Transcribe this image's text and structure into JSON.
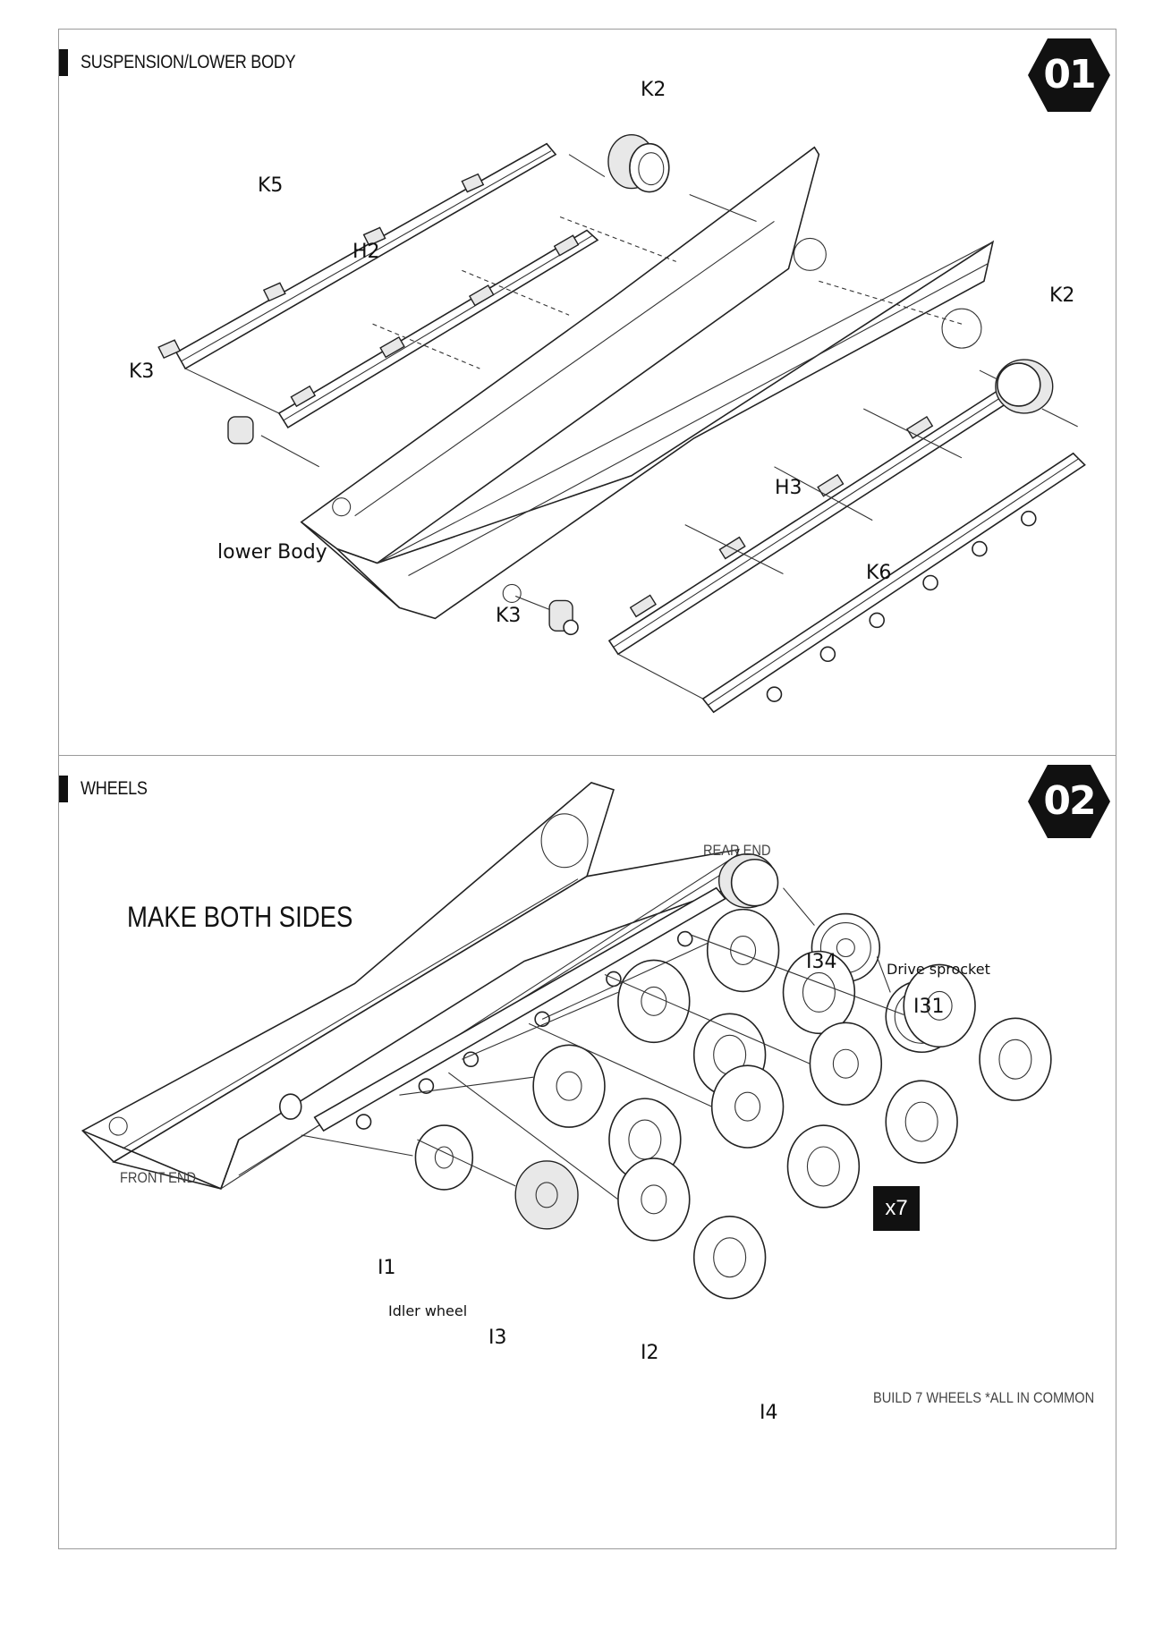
{
  "steps": [
    {
      "number": "01",
      "title": "SUSPENSION/LOWER BODY",
      "labels": {
        "k2_top": "K2",
        "k5": "K5",
        "h2": "H2",
        "k2_right": "K2",
        "k3_left": "K3",
        "h3": "H3",
        "lower_body": "lower Body",
        "k6": "K6",
        "k3_bottom": "K3"
      }
    },
    {
      "number": "02",
      "title": "WHEELS",
      "make_both_sides": "MAKE BOTH SIDES",
      "labels": {
        "rear_end": "REAR END",
        "front_end": "FRONT END",
        "i34": "I34",
        "drive_sprocket": "Drive sprocket",
        "i31": "I31",
        "i1": "I1",
        "idler_wheel": "Idler wheel",
        "i3": "I3",
        "i2": "I2",
        "i4": "I4"
      },
      "multiplier": "x7",
      "build_note": "BUILD 7 WHEELS *ALL IN COMMON"
    }
  ]
}
